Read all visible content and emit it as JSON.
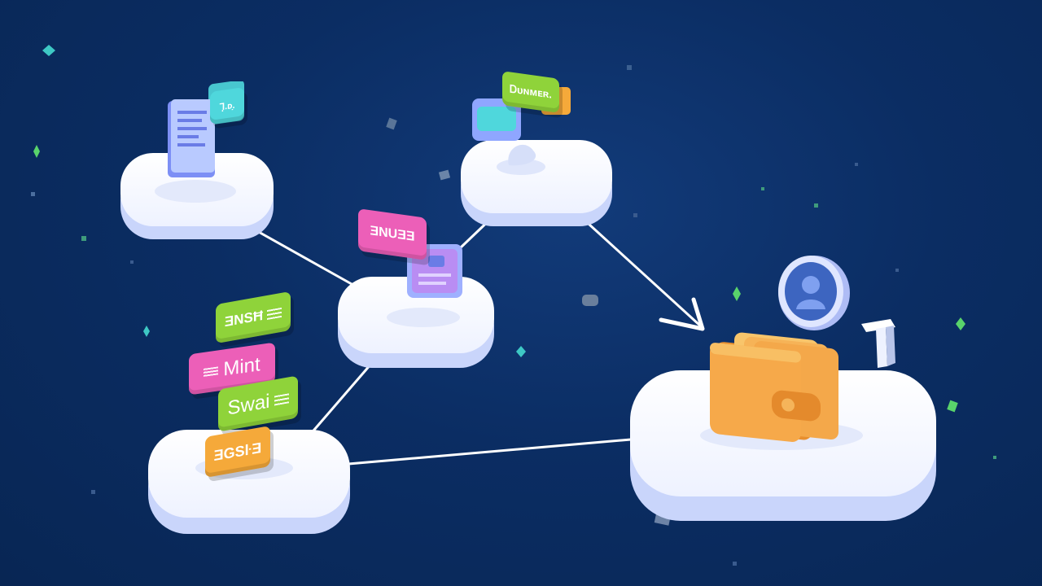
{
  "tags": {
    "mint": "Mint",
    "swap": "Swai",
    "upper_green": "ƎNSĦ",
    "bottom_orange": "ƎGSŀƎ",
    "pink_center": "ƎNUƎƎ",
    "cyan_doc": "ᒣ̣.ᴅ̣.",
    "green_top": "Ꭰᴜɴᴍᴇʀ."
  },
  "colors": {
    "background": "#0b2d63",
    "platform_top": "#ffffff",
    "platform_side": "#cfd9ff",
    "connector": "#ffffff",
    "wallet": "#f6a94a",
    "pink": "#ec5fb8",
    "green": "#8fd33a",
    "orange": "#f5a93a",
    "cyan": "#4fd7dc",
    "doc_blue": "#9fb5ff"
  },
  "icons": [
    "document-icon",
    "chat-bubbles-icon",
    "wallet-icon",
    "user-avatar-icon",
    "tag-stack-icon",
    "dashboard-card-icon"
  ]
}
